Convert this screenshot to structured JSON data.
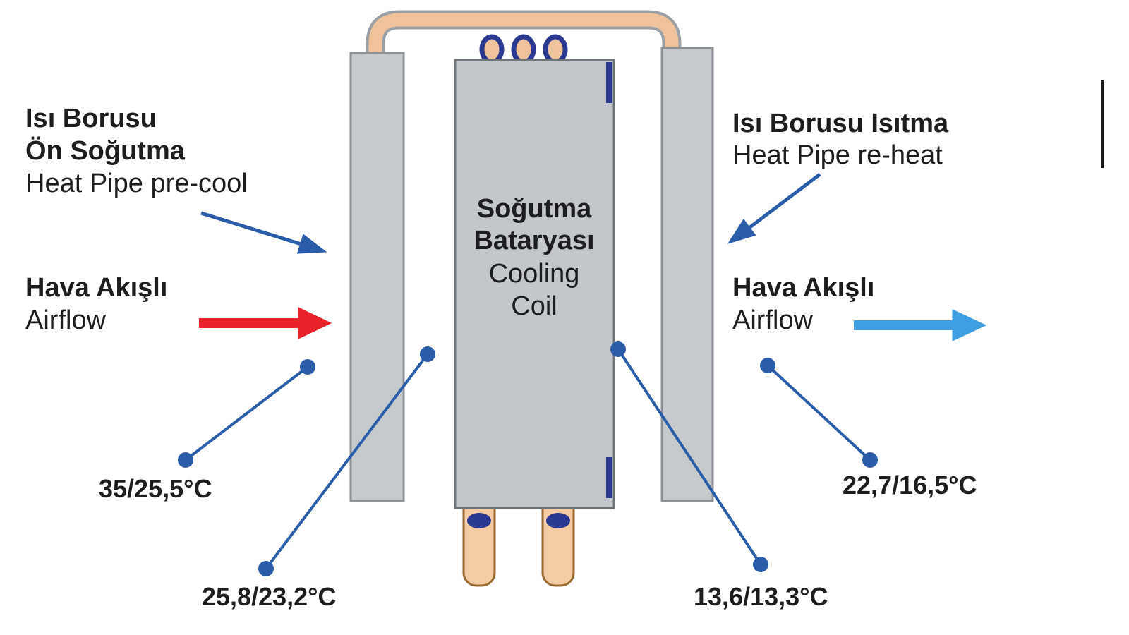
{
  "diagram": {
    "precool_label": {
      "l1": "Isı Borusu",
      "l2": "Ön Soğutma",
      "l3": "Heat Pipe pre-cool"
    },
    "airflow_in": {
      "l1": "Hava Akışlı",
      "l2": "Airflow"
    },
    "reheat_label": {
      "l1": "Isı Borusu Isıtma",
      "l2": "Heat Pipe re-heat"
    },
    "airflow_out": {
      "l1": "Hava Akışlı",
      "l2": "Airflow"
    },
    "coil_label": {
      "l1": "Soğutma",
      "l2": "Bataryası",
      "l3": "Cooling",
      "l4": "Coil"
    },
    "temps": [
      "35/25,5°C",
      "25,8/23,2°C",
      "13,6/13,3°C",
      "22,7/16,5°C"
    ],
    "colors": {
      "callout_blue": "#2b5ca8",
      "airflow_in_red": "#e8232a",
      "airflow_out_blue": "#3f9fe0",
      "panel_gray": "#c6cacd",
      "panel_border": "#8e9297",
      "coil_gray": "#c3c7cb",
      "coil_border": "#6f7478",
      "copper_fill": "#eec29b",
      "copper_outline": "#9aa0a5",
      "pipe_tan": "#f4cba2",
      "pipe_tan_border": "#9a6a33",
      "accent_navy": "#2b3990",
      "text": "#1d1d1f"
    }
  }
}
